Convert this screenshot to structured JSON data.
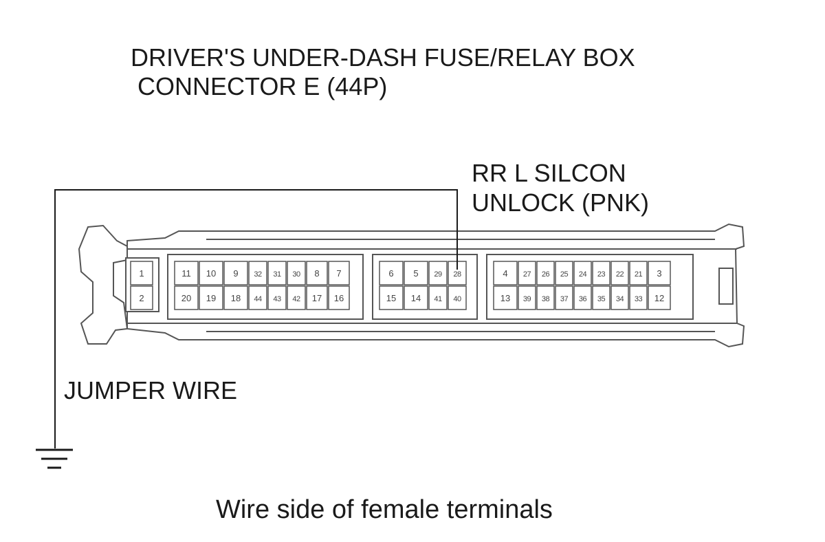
{
  "title": {
    "line1": "DRIVER'S UNDER-DASH FUSE/RELAY BOX",
    "line2": "CONNECTOR E (44P)"
  },
  "wire_label": {
    "line1": "RR L SILCON",
    "line2": "UNLOCK (PNK)"
  },
  "jumper_label": "JUMPER WIRE",
  "caption": "Wire side of female terminals",
  "colors": {
    "line": "#1a1a1a",
    "connector_outline": "#555555",
    "connector_fill": "#ffffff",
    "pin_text": "#444444"
  },
  "connector": {
    "terminal_count": "44P",
    "blocks": [
      {
        "id": "block-a",
        "top": [
          "1"
        ],
        "bottom": [
          "2"
        ]
      },
      {
        "id": "block-b",
        "top": [
          "11",
          "10",
          "9",
          "32",
          "31",
          "30",
          "8",
          "7"
        ],
        "bottom": [
          "20",
          "19",
          "18",
          "44",
          "43",
          "42",
          "17",
          "16"
        ]
      },
      {
        "id": "block-c",
        "top": [
          "6",
          "5",
          "29",
          "28"
        ],
        "bottom": [
          "15",
          "14",
          "41",
          "40"
        ]
      },
      {
        "id": "block-d",
        "top": [
          "4",
          "27",
          "26",
          "25",
          "24",
          "23",
          "22",
          "21",
          "3"
        ],
        "bottom": [
          "13",
          "39",
          "38",
          "37",
          "36",
          "35",
          "34",
          "33",
          "12"
        ]
      }
    ],
    "highlighted_terminal": "28",
    "ground_symbol": "ground-icon"
  }
}
